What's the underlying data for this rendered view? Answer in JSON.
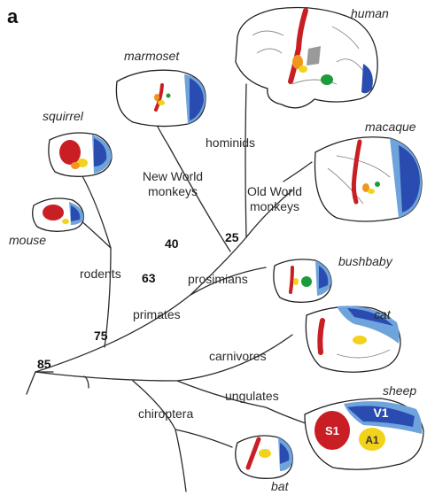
{
  "panel_label": "a",
  "species": {
    "human": "human",
    "marmoset": "marmoset",
    "squirrel": "squirrel",
    "macaque": "macaque",
    "mouse": "mouse",
    "bushbaby": "bushbaby",
    "cat": "cat",
    "sheep": "sheep",
    "bat": "bat"
  },
  "groups": {
    "hominids": "hominids",
    "new_world_1": "New World",
    "new_world_2": "monkeys",
    "old_world_1": "Old World",
    "old_world_2": "monkeys",
    "rodents": "rodents",
    "prosimians": "prosimians",
    "primates": "primates",
    "carnivores": "carnivores",
    "ungulates": "ungulates",
    "chiroptera": "chiroptera"
  },
  "divergence": {
    "n40": "40",
    "n25": "25",
    "n63": "63",
    "n75": "75",
    "n85": "85"
  },
  "area_labels": {
    "s1": "S1",
    "v1": "V1",
    "a1": "A1"
  },
  "colors": {
    "somatosensory": "#c81e24",
    "visual_primary": "#2a4bb0",
    "visual_secondary": "#6fa3dc",
    "auditory": "#f2d21b",
    "orange_area": "#f0961e",
    "green_area": "#1d9a3b",
    "gray_area": "#9a9a9a"
  }
}
